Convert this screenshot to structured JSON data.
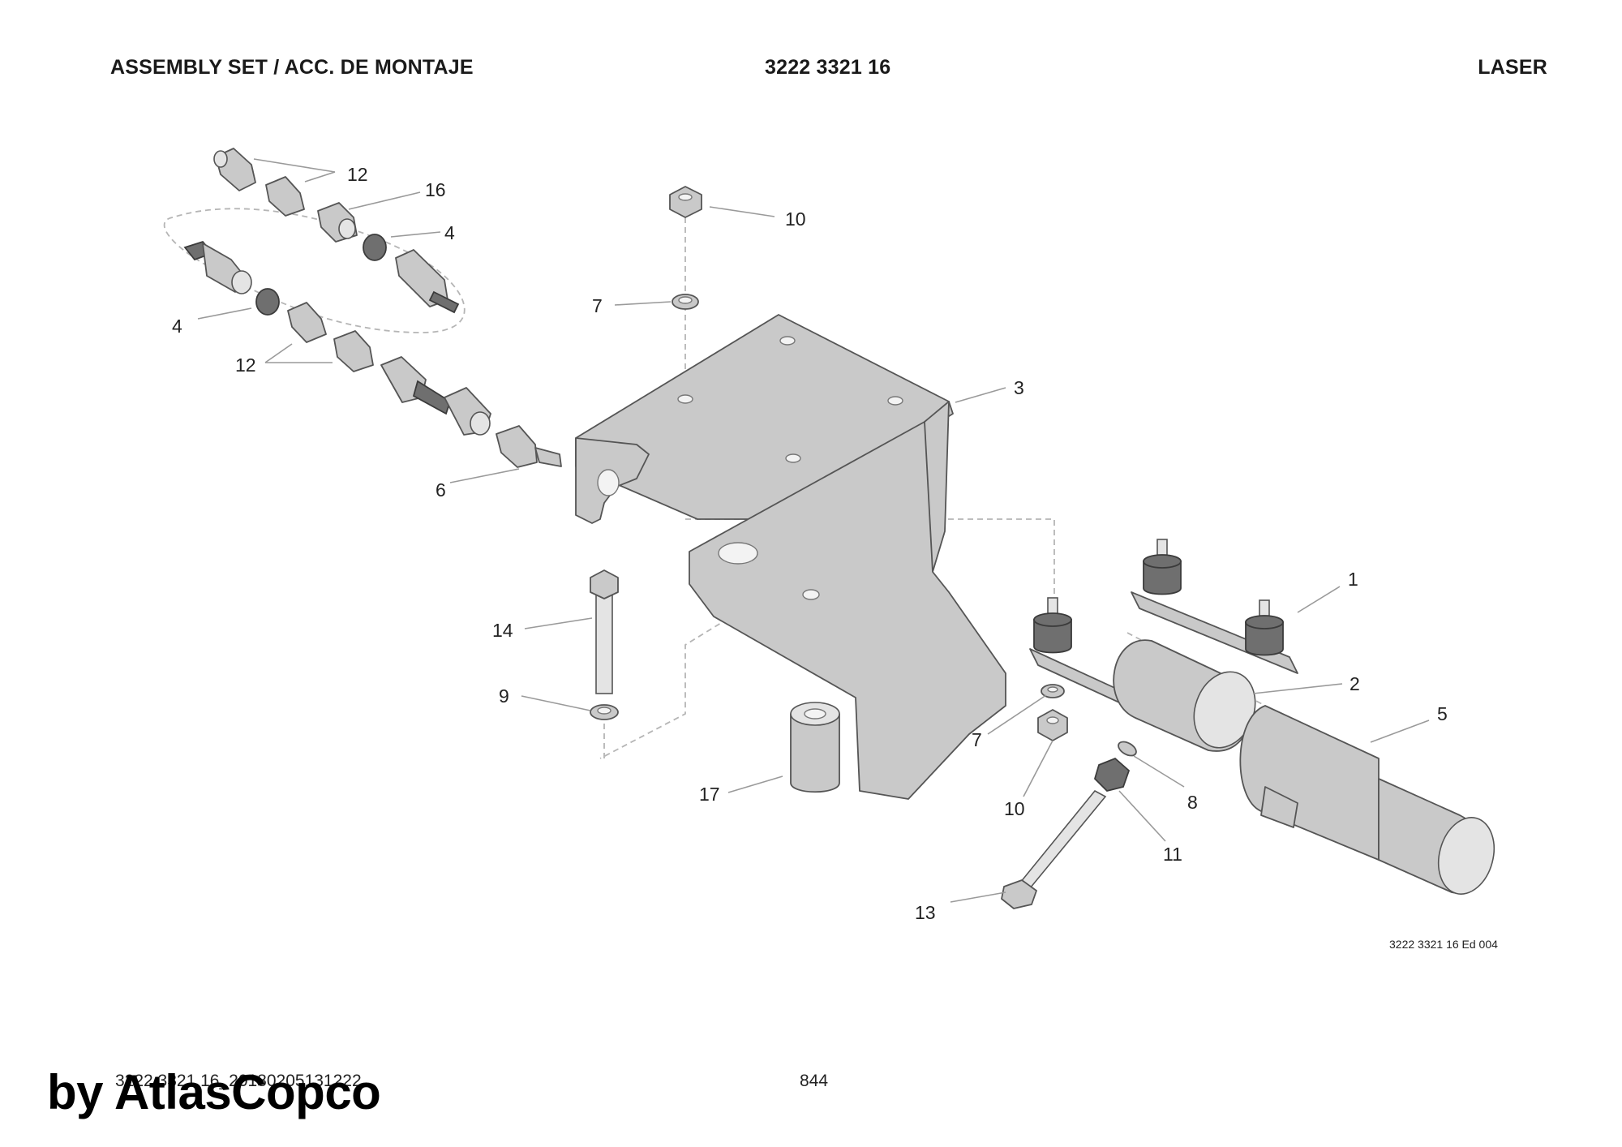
{
  "header": {
    "left": "ASSEMBLY SET / ACC. DE MONTAJE",
    "center": "3222 3321 16",
    "right": "LASER"
  },
  "callouts": {
    "c1": "1",
    "c2": "2",
    "c3": "3",
    "c4a": "4",
    "c4b": "4",
    "c5": "5",
    "c6": "6",
    "c7a": "7",
    "c7b": "7",
    "c8": "8",
    "c9": "9",
    "c10a": "10",
    "c10b": "10",
    "c11": "11",
    "c12a": "12",
    "c12b": "12",
    "c13": "13",
    "c14": "14",
    "c16": "16",
    "c17": "17"
  },
  "edition": "3222 3321 16 Ed 004",
  "footer": {
    "doc_code": "3222 3321 16_20180205131222",
    "page": "844",
    "watermark": "by AtlasCopco"
  }
}
